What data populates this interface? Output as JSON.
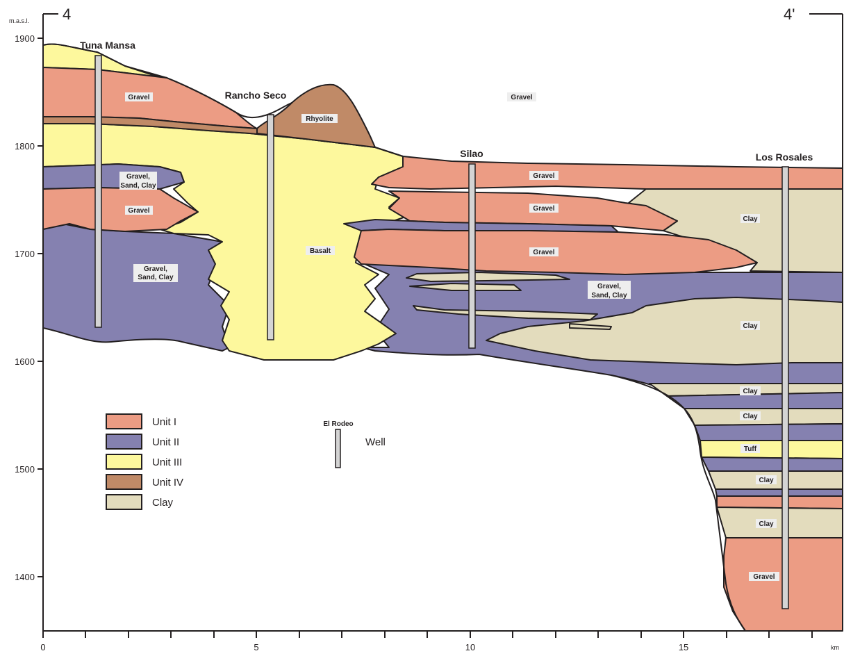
{
  "section": {
    "start_label": "4",
    "end_label": "4'"
  },
  "axes": {
    "y_unit": "m.a.s.l.",
    "x_unit": "km",
    "y_ticks": [
      "1900",
      "1800",
      "1700",
      "1600",
      "1500",
      "1400"
    ],
    "x_ticks": [
      "0",
      "5",
      "10",
      "15"
    ]
  },
  "wells": [
    {
      "name": "Tuna Mansa"
    },
    {
      "name": "Rancho Seco"
    },
    {
      "name": "Silao"
    },
    {
      "name": "Los Rosales"
    }
  ],
  "layer_labels": {
    "gravel_tm": "Gravel",
    "gsc_a1": "Gravel,",
    "gsc_a2": "Sand, Clay",
    "gravel_tm2": "Gravel",
    "gsc_b1": "Gravel,",
    "gsc_b2": "Sand, Clay",
    "rhyolite": "Rhyolite",
    "gravel_top": "Gravel",
    "basalt": "Basalt",
    "gravel_s1": "Gravel",
    "gravel_s2": "Gravel",
    "gravel_s3": "Gravel",
    "gsc_c1": "Gravel,",
    "gsc_c2": "Sand, Clay",
    "clay_r1": "Clay",
    "clay_r2": "Clay",
    "clay_r3": "Clay",
    "clay_r4": "Clay",
    "tuff": "Tuff",
    "clay_r5": "Clay",
    "clay_r6": "Clay",
    "gravel_bottom": "Gravel"
  },
  "legend": {
    "items": [
      {
        "label": "Unit I",
        "color": "#ec9c84"
      },
      {
        "label": "Unit II",
        "color": "#8581b0"
      },
      {
        "label": "Unit III",
        "color": "#fdf89d"
      },
      {
        "label": "Unit IV",
        "color": "#c08a67"
      },
      {
        "label": "Clay",
        "color": "#e3dcbd"
      }
    ],
    "well_name": "El Rodeo",
    "well_label": "Well"
  }
}
